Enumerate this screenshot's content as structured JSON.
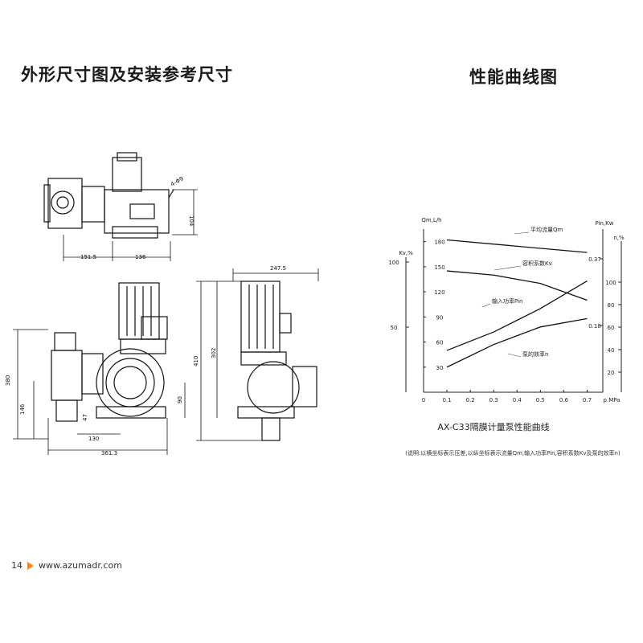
{
  "page": {
    "left_heading": "外形尺寸图及安装参考尺寸",
    "right_heading": "性能曲线图",
    "page_number": "14",
    "website": "www.azumadr.com",
    "accent_color": "#f08a24"
  },
  "drawing_dimensions": {
    "top_view": [
      "151.5",
      "136",
      "104",
      "4-Φ9"
    ],
    "front_view": [
      "361.3",
      "130",
      "47",
      "146",
      "380",
      "90"
    ],
    "side_view": [
      "247.5",
      "302",
      "410"
    ]
  },
  "chart_data": {
    "type": "line",
    "title": "AX-C33隔膜计量泵性能曲线",
    "note": "(说明:以横坐标表示压差,以纵坐标表示流量Qm,输入功率Pin,容积系数Kv及泵的效率n)",
    "xlabel": "p.MPa",
    "xticks": [
      0,
      0.1,
      0.2,
      0.3,
      0.4,
      0.5,
      0.6,
      0.7
    ],
    "xlim": [
      0,
      0.75
    ],
    "axes": {
      "qm": {
        "label": "Qm,L/h",
        "ticks": [
          30,
          60,
          90,
          120,
          150,
          180
        ]
      },
      "kv": {
        "label": "Kv,%",
        "ticks": [
          50,
          100
        ]
      },
      "pin": {
        "label": "Pin,Kw",
        "ticks": [
          0.18,
          0.37
        ]
      },
      "eff": {
        "label": "n,%",
        "ticks": [
          20,
          40,
          60,
          80,
          100
        ]
      }
    },
    "series": [
      {
        "name": "平均流量Qm",
        "axis": "qm",
        "x": [
          0.1,
          0.7
        ],
        "y": [
          182,
          167
        ]
      },
      {
        "name": "容积系数Kv",
        "axis": "qm",
        "x": [
          0.1,
          0.3,
          0.5,
          0.7
        ],
        "y": [
          145,
          140,
          130,
          110
        ]
      },
      {
        "name": "输入功率Pin",
        "axis": "qm",
        "x": [
          0.1,
          0.3,
          0.5,
          0.7
        ],
        "y": [
          50,
          72,
          100,
          133
        ]
      },
      {
        "name": "泵的效率n",
        "axis": "qm",
        "x": [
          0.1,
          0.3,
          0.5,
          0.7
        ],
        "y": [
          30,
          57,
          78,
          88
        ]
      }
    ]
  }
}
